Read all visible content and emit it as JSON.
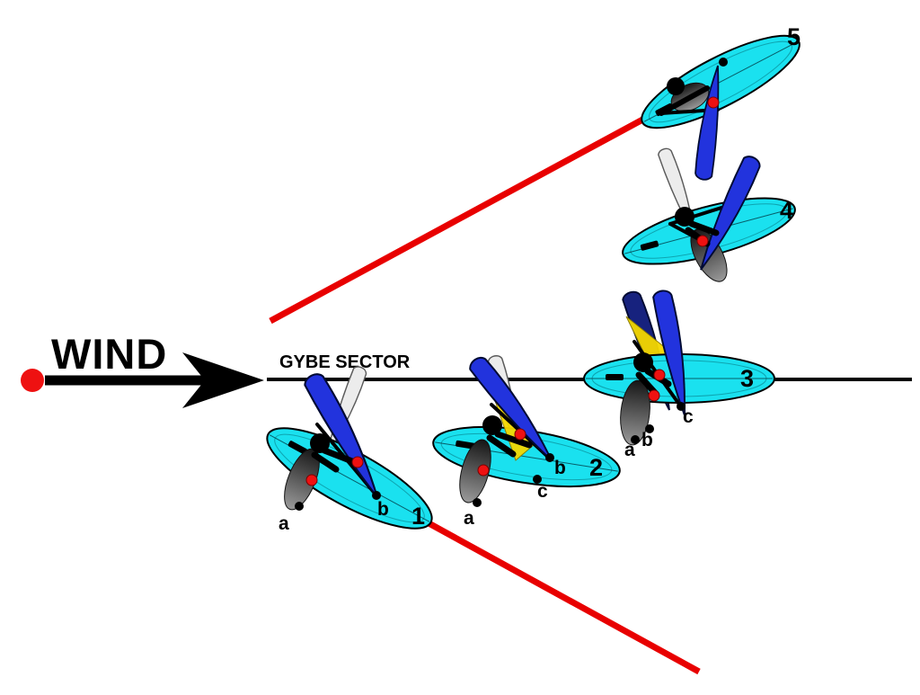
{
  "labels": {
    "wind": "WIND",
    "gybe_sector": "GYBE SECTOR"
  },
  "colors": {
    "board": "#1ae1ef",
    "sail": "#2233dd",
    "sail-dark": "#17227e",
    "ghost": "#ececec",
    "yellow": "#f5d800",
    "red-line": "#e80000",
    "dot-red": "#ee1111",
    "ink": "#000000"
  },
  "boards": [
    {
      "number": "1",
      "points": [
        "a",
        "b"
      ]
    },
    {
      "number": "2",
      "points": [
        "a",
        "b",
        "c"
      ]
    },
    {
      "number": "3",
      "points": [
        "a",
        "b",
        "c"
      ]
    },
    {
      "number": "4",
      "points": []
    },
    {
      "number": "5",
      "points": []
    }
  ]
}
